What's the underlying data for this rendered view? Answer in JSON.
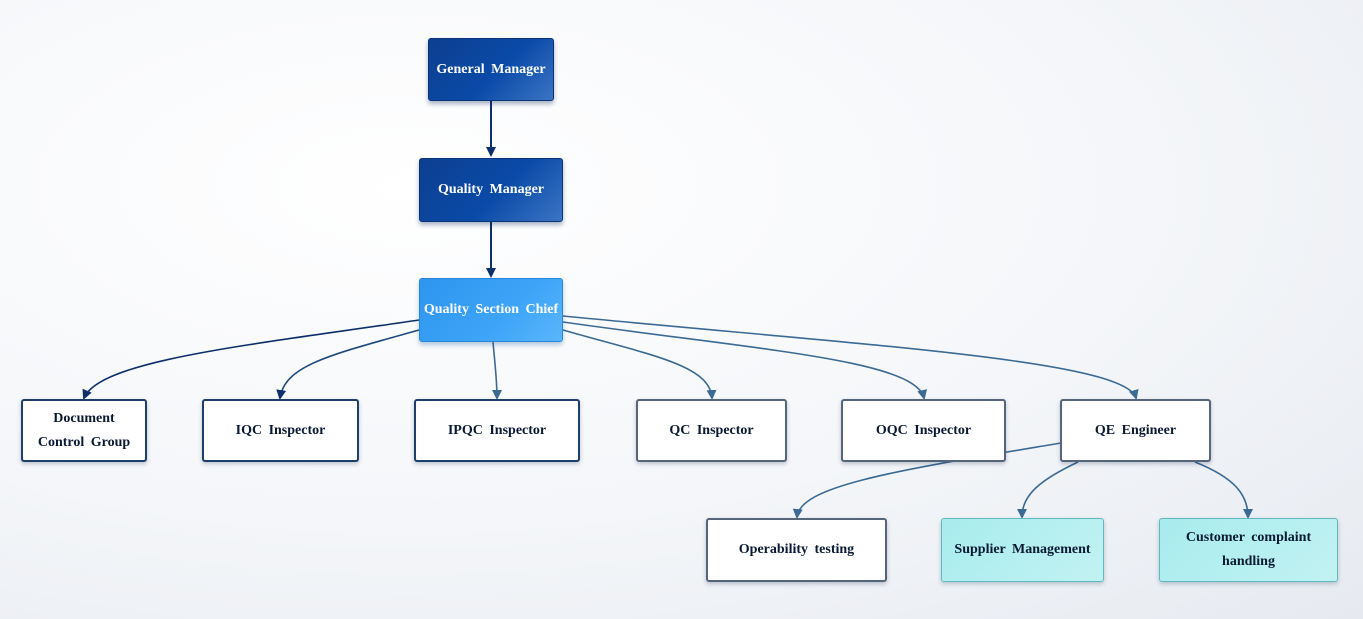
{
  "nodes": {
    "general_manager": "General Manager",
    "quality_manager": "Quality Manager",
    "quality_section_chief": "Quality Section Chief",
    "document_control_group": "Document Control Group",
    "iqc_inspector": "IQC Inspector",
    "ipqc_inspector": "IPQC Inspector",
    "qc_inspector": "QC Inspector",
    "oqc_inspector": "OQC Inspector",
    "qe_engineer": "QE Engineer",
    "operability_testing": "Operability testing",
    "supplier_management": "Supplier Management",
    "customer_complaint_handling": "Customer complaint handling"
  },
  "edges": [
    {
      "from": "General Manager",
      "to": "Quality Manager"
    },
    {
      "from": "Quality Manager",
      "to": "Quality Section Chief"
    },
    {
      "from": "Quality Section Chief",
      "to": "Document Control Group"
    },
    {
      "from": "Quality Section Chief",
      "to": "IQC Inspector"
    },
    {
      "from": "Quality Section Chief",
      "to": "IPQC Inspector"
    },
    {
      "from": "Quality Section Chief",
      "to": "QC Inspector"
    },
    {
      "from": "Quality Section Chief",
      "to": "OQC Inspector"
    },
    {
      "from": "Quality Section Chief",
      "to": "QE Engineer"
    },
    {
      "from": "QE Engineer",
      "to": "Operability testing"
    },
    {
      "from": "QE Engineer",
      "to": "Supplier Management"
    },
    {
      "from": "QE Engineer",
      "to": "Customer complaint handling"
    }
  ],
  "colors": {
    "top_fill": "#0a4aa8",
    "chief_fill": "#3da4f7",
    "edge_dark": "#0d2f6b",
    "edge_mid": "#3b6a94",
    "teal_fill": "#bdf0f0"
  }
}
